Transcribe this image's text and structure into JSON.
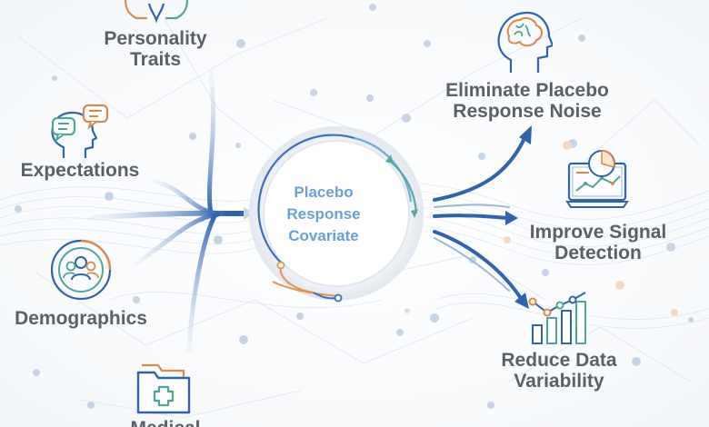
{
  "center": {
    "line1": "Placebo",
    "line2": "Response",
    "line3": "Covariate"
  },
  "inputs": [
    {
      "name": "personality-traits",
      "line1": "Personality",
      "line2": "Traits",
      "icon": "head-profile-icon"
    },
    {
      "name": "expectations",
      "line1": "Expectations",
      "icon": "head-speech-bubbles-icon"
    },
    {
      "name": "demographics",
      "line1": "Demographics",
      "icon": "people-circle-icon"
    },
    {
      "name": "medical",
      "line1": "Medical",
      "icon": "medical-folder-icon"
    }
  ],
  "outputs": [
    {
      "name": "eliminate-placebo-noise",
      "line1": "Eliminate Placebo",
      "line2": "Response Noise",
      "icon": "brain-head-icon"
    },
    {
      "name": "improve-signal-detection",
      "line1": "Improve Signal",
      "line2": "Detection",
      "icon": "monitor-chart-icon"
    },
    {
      "name": "reduce-data-variability",
      "line1": "Reduce Data",
      "line2": "Variability",
      "icon": "bar-chart-trend-icon"
    }
  ],
  "colors": {
    "text": "#5b6068",
    "accent_blue": "#2f63b0",
    "accent_teal": "#4fa59a",
    "accent_orange": "#d98b4c",
    "center_text": "#6a9fd6"
  }
}
